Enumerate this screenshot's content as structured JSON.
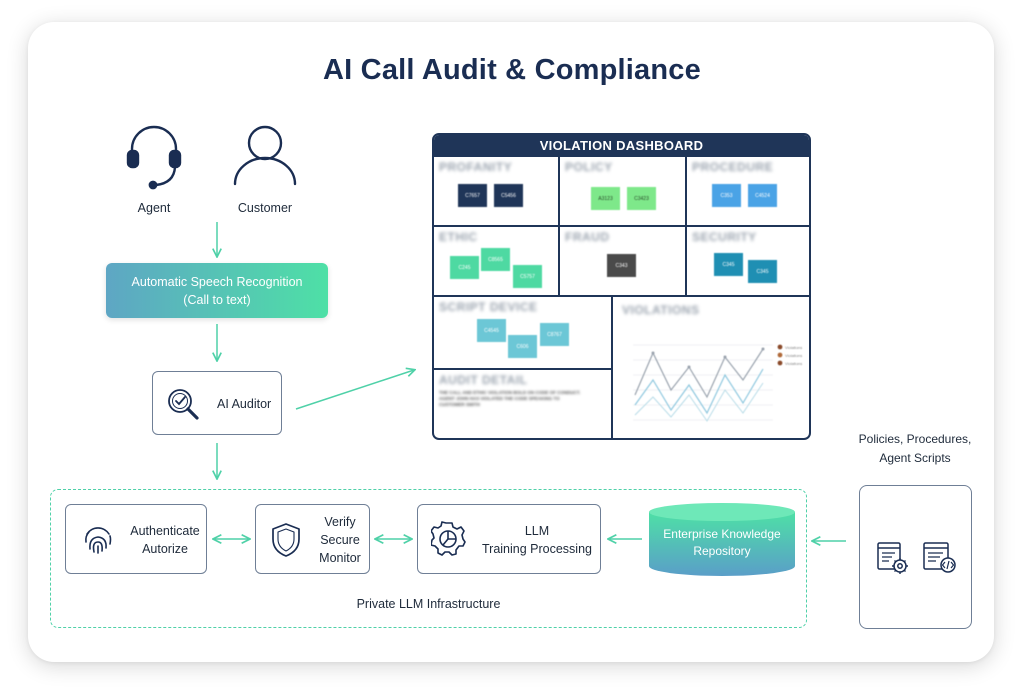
{
  "title": "AI Call Audit & Compliance",
  "people": {
    "agent_label": "Agent",
    "customer_label": "Customer"
  },
  "asr": {
    "line1": "Automatic Speech Recognition",
    "line2": "(Call to text)"
  },
  "auditor": {
    "label": "AI Auditor",
    "icon": "magnifier-check-icon"
  },
  "dashboard": {
    "header": "VIOLATION DASHBOARD",
    "cells": [
      {
        "title": "PROFANITY",
        "chips": [
          "C7657",
          "C5456"
        ]
      },
      {
        "title": "POLICY",
        "chips": [
          "A3123",
          "C3423"
        ]
      },
      {
        "title": "PROCEDURE",
        "chips": [
          "C353",
          "C4524"
        ]
      },
      {
        "title": "ETHIC",
        "chips": [
          "C245",
          "C8565",
          "C5757"
        ]
      },
      {
        "title": "FRAUD",
        "chips": [
          "C343"
        ]
      },
      {
        "title": "SECURITY",
        "chips": [
          "C345",
          "C345"
        ]
      },
      {
        "title": "SCRIPT DEVICE",
        "chips": [
          "C4545",
          "C8767",
          "C606"
        ]
      },
      {
        "title": "AUDIT DETAIL",
        "chips": []
      },
      {
        "title": "VIOLATIONS",
        "chips": []
      }
    ],
    "audit_text": [
      "THE CALL AND ETHIC VIOLATION BOLD ON CODE OF CONDUCT.",
      "AGENT JOHN HAS VIOLATED THE CODE SPEAKING TO",
      "CUSTOMER SMITH"
    ],
    "legend": [
      "Violations",
      "Violations",
      "Violations"
    ],
    "colors": {
      "navy": "#1f3558",
      "green": "#7ee88a",
      "blue": "#4aa3e6",
      "teal_green": "#4ed9a2",
      "gray": "#4a4a4a",
      "teal": "#1f8fb3",
      "light_teal": "#6cc7d6"
    }
  },
  "infra": {
    "label": "Private LLM Infrastructure",
    "auth": {
      "line1": "Authenticate",
      "line2": "Autorize",
      "icon": "fingerprint-icon"
    },
    "verify": {
      "line1": "Verify",
      "line2": "Secure",
      "line3": "Monitor",
      "icon": "shield-icon"
    },
    "llm": {
      "line1": "LLM",
      "line2": "Training Processing",
      "icon": "gear-chart-icon"
    },
    "repo": {
      "line1": "Enterprise Knowledge",
      "line2": "Repository"
    }
  },
  "policies": {
    "line1": "Policies, Procedures,",
    "line2": "Agent Scripts",
    "icons": [
      "document-settings-icon",
      "document-code-icon"
    ]
  },
  "colors": {
    "title": "#1a2d52",
    "accent_green": "#4fd1a8",
    "gradient_start": "#5ea6c4",
    "gradient_end": "#4ee0a6"
  }
}
